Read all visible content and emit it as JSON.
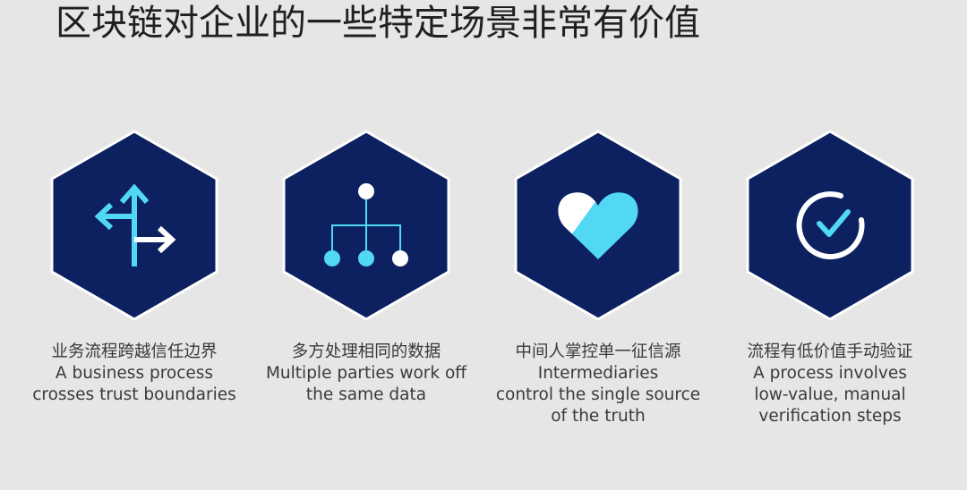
{
  "slide": {
    "title": "区块链对企业的一些特定场景非常有价值",
    "colors": {
      "background": "#e6e6e6",
      "hexagon_fill": "#0d2160",
      "hexagon_border": "#ffffff",
      "icon_accent": "#50d8f5",
      "icon_white": "#ffffff"
    }
  },
  "cards": [
    {
      "icon": "split-arrow-icon",
      "zh": "业务流程跨越信任边界",
      "en_lines": [
        "A business process",
        "crosses trust boundaries"
      ]
    },
    {
      "icon": "org-chart-icon",
      "zh": "多方处理相同的数据",
      "en_lines": [
        "Multiple parties work off",
        "the same data"
      ]
    },
    {
      "icon": "heart-icon",
      "zh": "中间人掌控单一征信源",
      "en_lines": [
        "Intermediaries",
        "control the single source",
        "of the truth"
      ]
    },
    {
      "icon": "checkmark-circle-icon",
      "zh": "流程有低价值手动验证",
      "en_lines": [
        "A process involves",
        "low-value, manual",
        "verification steps"
      ]
    }
  ]
}
